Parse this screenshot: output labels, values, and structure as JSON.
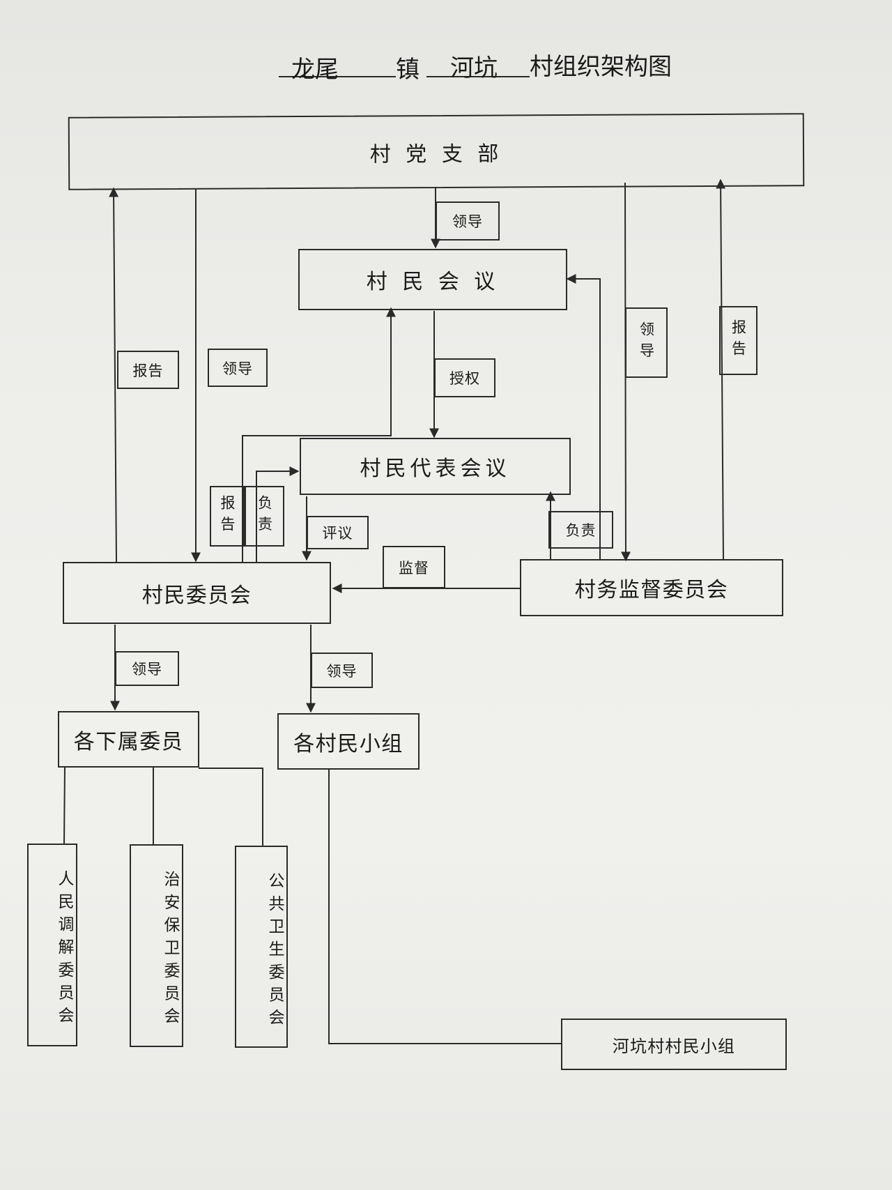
{
  "title": {
    "town": "龙尾",
    "town_suffix": "镇",
    "village": "河坑",
    "suffix": "村组织架构图"
  },
  "nodes": {
    "party_branch": "村 党 支 部",
    "villagers_meeting": "村 民 会 议",
    "representatives_meeting": "村民代表会议",
    "villagers_committee": "村民委员会",
    "supervision_committee": "村务监督委员会",
    "subordinate_members": "各下属委员",
    "villager_groups": "各村民小组",
    "mediation_committee": "人民调解委员会",
    "security_committee": "治安保卫委员会",
    "health_committee": "公共卫生委员会",
    "hekeng_groups": "河坑村村民小组"
  },
  "edge_labels": {
    "lead_top": "领导",
    "report_left": "报告",
    "lead_left": "领导",
    "authorize": "授权",
    "lead_right": "领导",
    "report_right": "报告",
    "report_mid": "报告",
    "responsible_mid": "负责",
    "review": "评议",
    "supervise": "监督",
    "responsible_right": "负责",
    "lead_sub": "领导",
    "lead_groups": "领导"
  }
}
